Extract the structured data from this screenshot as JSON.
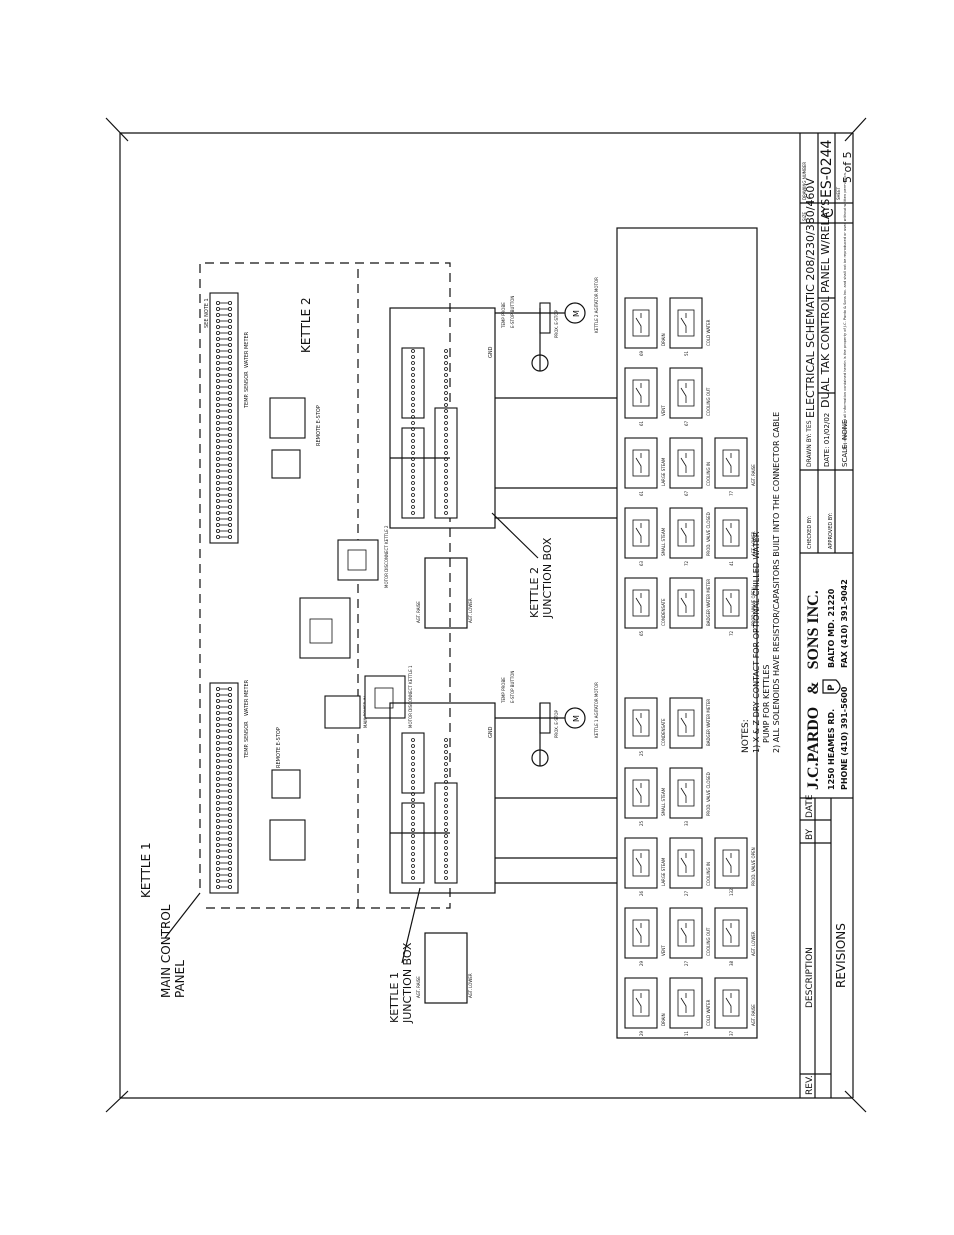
{
  "labels": {
    "kettle1": "KETTLE 1",
    "kettle2": "KETTLE 2",
    "main_panel_l1": "MAIN CONTROL",
    "main_panel_l2": "PANEL",
    "jbox1_l1": "KETTLE 1",
    "jbox1_l2": "JUNCTION BOX",
    "jbox2_l1": "KETTLE 2",
    "jbox2_l2": "JUNCTION BOX",
    "temp_sensor": "TEMP. SENSOR",
    "water_meter": "WATER METER",
    "remote_estop": "REMOTE E-STOP",
    "main_power": "MAIN POWER IN",
    "motor_disc1": "MOTOR DISCONNECT KETTLE 1",
    "motor_disc2": "MOTOR DISCONNECT KETTLE 2",
    "temp_probe": "TEMP PROBE",
    "estop_button": "E-STOP BUTTON",
    "prox_estop": "PROX. E-STOP",
    "agitator1": "KETTLE 1 AGITATOR MOTOR",
    "agitator2": "KETTLE 2 AGITATOR MOTOR",
    "agt_raise": "AGT. RAISE",
    "agt_lower": "AGT. LOWER",
    "gnd": "GND",
    "see_note": "SEE NOTE 1"
  },
  "relays_k1": [
    {
      "name": "DRAIN",
      "num": "29"
    },
    {
      "name": "VENT",
      "num": "29"
    },
    {
      "name": "LARGE STEAM",
      "num": "26"
    },
    {
      "name": "SMALL STEAM",
      "num": "25"
    },
    {
      "name": "CONDENSATE",
      "num": "25"
    },
    {
      "name": "COLD WATER",
      "num": "11"
    },
    {
      "name": "COOLING OUT",
      "num": "27"
    },
    {
      "name": "COOLING IN",
      "num": "27"
    },
    {
      "name": "PROD. VALVE CLOSED",
      "num": "33"
    },
    {
      "name": "BADGER WATER METER",
      "num": ""
    },
    {
      "name": "AGT. RAISE",
      "num": "37"
    },
    {
      "name": "AGT. LOWER",
      "num": "38"
    },
    {
      "name": "PROD. VALVE OPEN",
      "num": "132"
    }
  ],
  "relays_k2": [
    {
      "name": "CONDENSATE",
      "num": "65"
    },
    {
      "name": "SMALL STEAM",
      "num": "63"
    },
    {
      "name": "LARGE STEAM",
      "num": "61"
    },
    {
      "name": "VENT",
      "num": "61"
    },
    {
      "name": "DRAIN",
      "num": "69"
    },
    {
      "name": "BADGER WATER METER",
      "num": ""
    },
    {
      "name": "PROD. VALVE CLOSED",
      "num": "72"
    },
    {
      "name": "COOLING IN",
      "num": "67"
    },
    {
      "name": "COOLING OUT",
      "num": "67"
    },
    {
      "name": "COLD WATER",
      "num": "51"
    },
    {
      "name": "PROD. VALVE OPEN",
      "num": "72"
    },
    {
      "name": "AGT. LOWER",
      "num": "41"
    },
    {
      "name": "AGT. RAISE",
      "num": "77"
    }
  ],
  "notes": {
    "heading": "NOTES:",
    "n1a": "1) X & Z DRY CONTACT FOR OPTIONAL CHILLED WATER",
    "n1b": "PUMP FOR KETTLES",
    "n2": "2) ALL SOLENOIDS HAVE RESISTOR/CAPASITORS BUILT INTO THE CONNECTOR CABLE"
  },
  "title_block": {
    "rev": "REV.",
    "description": "DESCRIPTION",
    "by": "BY",
    "date": "DATE",
    "revisions": "REVISIONS",
    "company_a": "J.C.PARDO",
    "company_b": "&",
    "company_c": "SONS INC.",
    "address": "1250 HEAMES RD.",
    "city": "BALTO MD. 21220",
    "phone": "PHONE (410) 391-5600",
    "fax": "FAX (410) 391-9042",
    "checked_by": "CHECKED BY:",
    "approved_by": "APPROVED BY:",
    "drawn_by": "DRAWN BY: TES",
    "date_val": "DATE: 01/02/02",
    "scale": "SCALE: NONE",
    "title_l1": "ELECTRICAL SCHEMATIC 208/230/380/460V",
    "title_l2": "DUAL TAK CONTROL PANEL W/RELAYS",
    "fine_print": "This drawing and all information contained herein is the property of J.C. Pardo & Sons Inc. and shall not be reproduced or used without written permission.",
    "drawing_no_label": "DRAWING NUMBER",
    "drawing_no": "ES-0244",
    "size_label": "SIZE",
    "size": "C",
    "sheet_label": "SHEET",
    "sheet": "5 of 5"
  }
}
